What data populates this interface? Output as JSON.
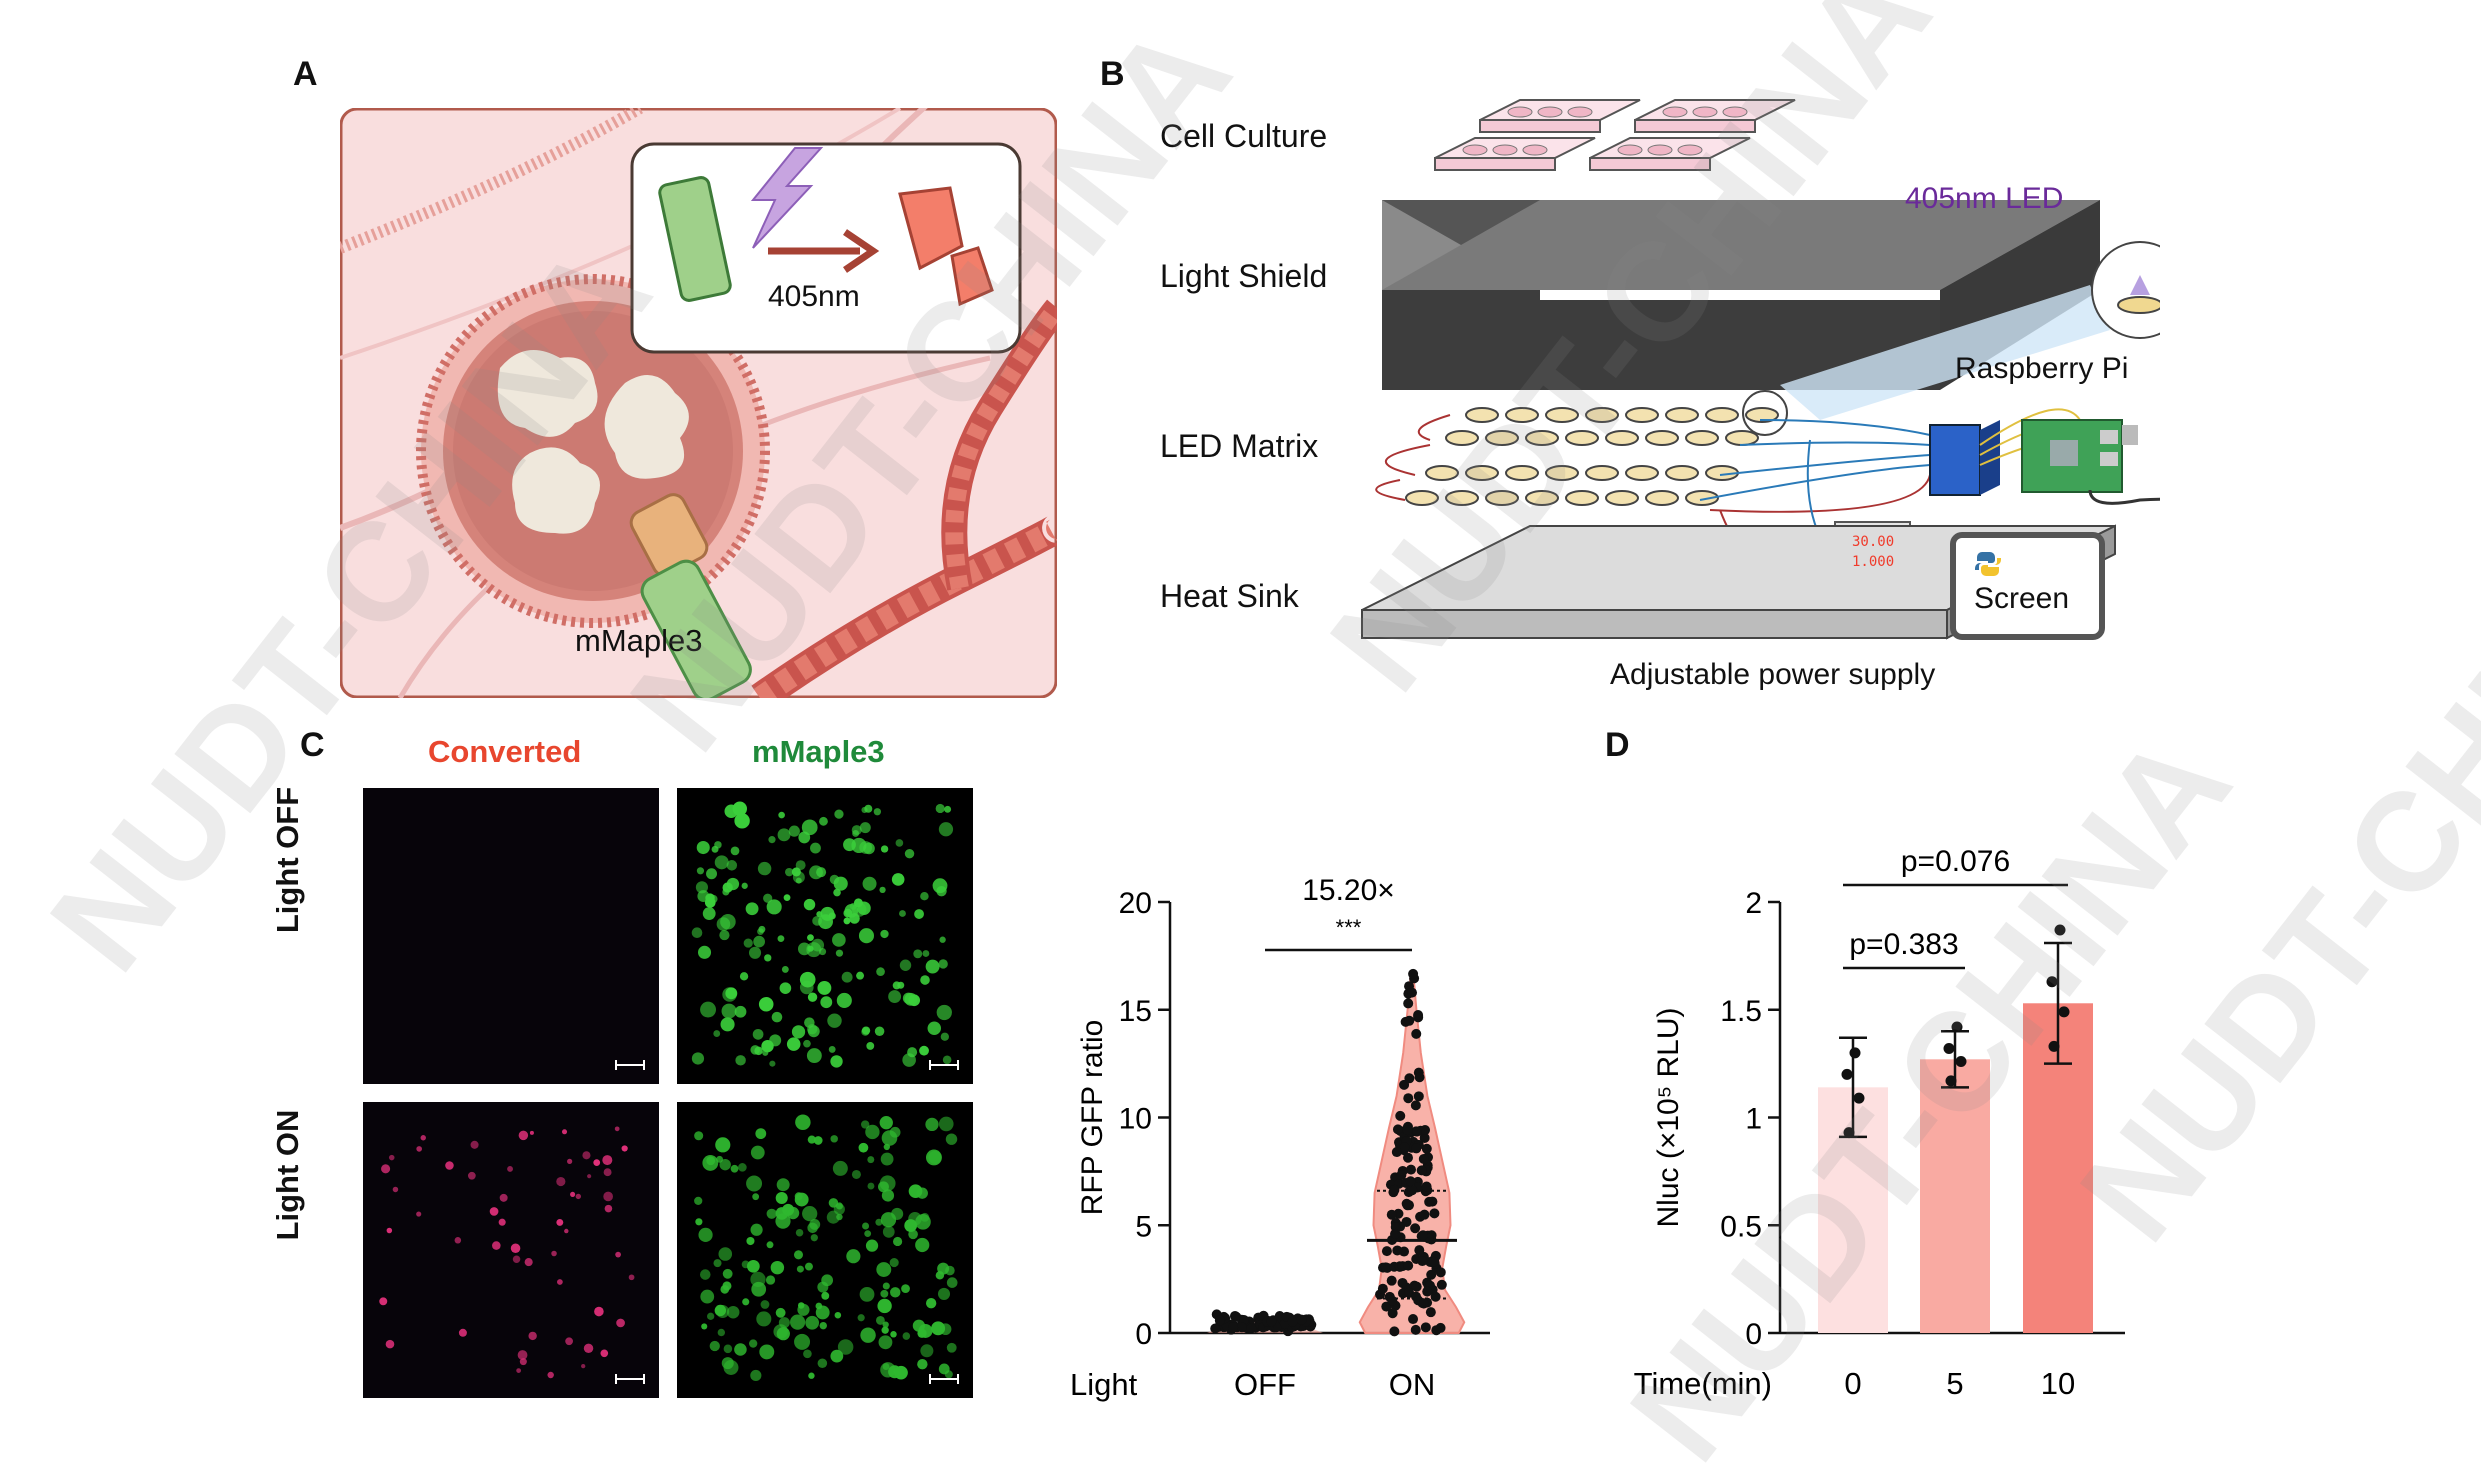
{
  "panels": {
    "a": "A",
    "b": "B",
    "c": "C",
    "d": "D"
  },
  "panel_a": {
    "wavelength": "405nm",
    "protein": "mMaple3"
  },
  "panel_b": {
    "layers": [
      "Cell Culture",
      "Light Shield",
      "LED Matrix",
      "Heat Sink"
    ],
    "led": "405nm LED",
    "pi": "Raspberry Pi",
    "screen": "Screen",
    "power": "Adjustable power supply",
    "psu_display_1": "30.00",
    "psu_display_2": "1.000",
    "colors": {
      "led_text": "#6a2a9a"
    }
  },
  "panel_c": {
    "col_converted": "Converted",
    "col_mmaple": "mMaple3",
    "row_off": "Light OFF",
    "row_on": "Light ON",
    "colors": {
      "converted": "#e8462e",
      "mmaple": "#1f8a3a"
    }
  },
  "watermark": "NUDT-CHINA",
  "chart_data": [
    {
      "type": "violin",
      "ylabel": "RFP GFP ratio",
      "xlabel": "Light",
      "categories": [
        "OFF",
        "ON"
      ],
      "ylim": [
        0,
        20
      ],
      "yticks": [
        0,
        5,
        10,
        15,
        20
      ],
      "annotation": "15.20×",
      "significance": "***",
      "summary": {
        "OFF": {
          "median": 0.3,
          "max": 1.0
        },
        "ON": {
          "median": 4.3,
          "q1": 1.6,
          "q3": 6.6,
          "max": 16.8
        }
      }
    },
    {
      "type": "bar",
      "ylabel": "Nluc (×10⁵ RLU)",
      "xlabel": "Time(min)",
      "categories": [
        "0",
        "5",
        "10"
      ],
      "values": [
        1.14,
        1.27,
        1.53
      ],
      "errors": [
        0.23,
        0.13,
        0.28
      ],
      "points": [
        [
          0.93,
          1.09,
          1.2,
          1.3
        ],
        [
          1.17,
          1.26,
          1.32,
          1.42
        ],
        [
          1.33,
          1.49,
          1.63,
          1.87
        ]
      ],
      "ylim": [
        0,
        2
      ],
      "yticks": [
        "0",
        "0.5",
        "1",
        "1.5",
        "2"
      ],
      "colors": [
        "#fde0e0",
        "#f9aaa2",
        "#f4837a"
      ],
      "comparisons": [
        {
          "from": "0",
          "to": "5",
          "label": "p=0.383"
        },
        {
          "from": "0",
          "to": "10",
          "label": "p=0.076"
        }
      ]
    }
  ]
}
